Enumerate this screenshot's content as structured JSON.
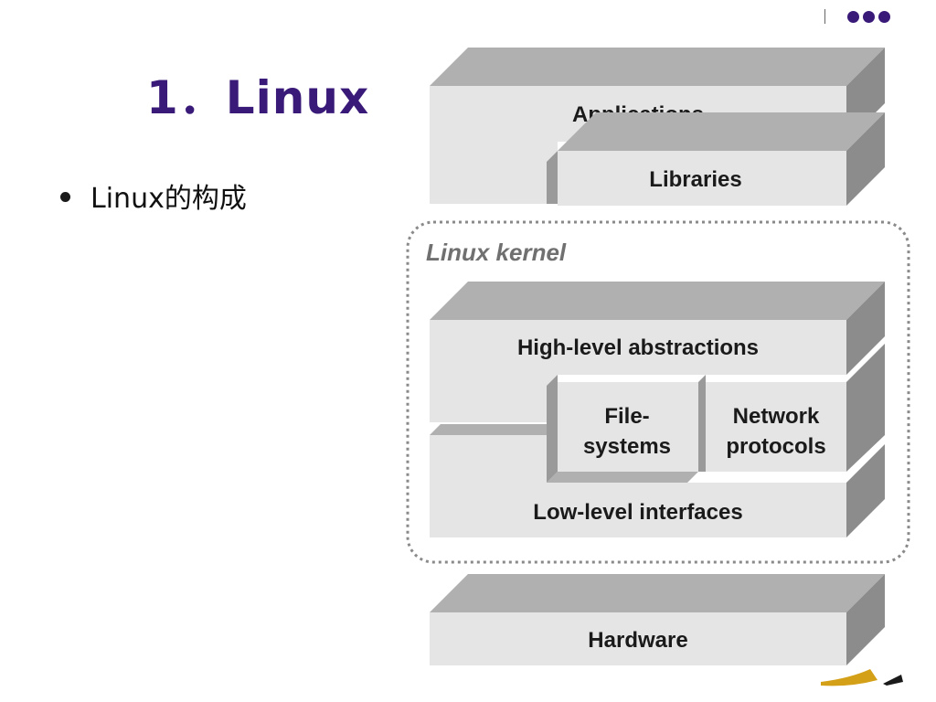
{
  "slide": {
    "title": "1．Linux",
    "bullets": [
      "Linux的构成"
    ]
  },
  "diagram": {
    "layers": {
      "applications": "Applications",
      "libraries": "Libraries",
      "kernel_label": "Linux kernel",
      "high_level": "High-level abstractions",
      "filesystems_line1": "File-",
      "filesystems_line2": "systems",
      "network_line1": "Network",
      "network_line2": "protocols",
      "low_level": "Low-level interfaces",
      "hardware": "Hardware"
    }
  },
  "colors": {
    "title": "#3a1a78",
    "block_front": "#e5e5e5",
    "block_top": "#b0b0b0",
    "block_side": "#8c8c8c",
    "kernel_border": "#8a8a8a"
  },
  "decoration": {
    "top_right_icon": "three-dots-icon",
    "bottom_right_icon": "logo-fragment-icon"
  }
}
